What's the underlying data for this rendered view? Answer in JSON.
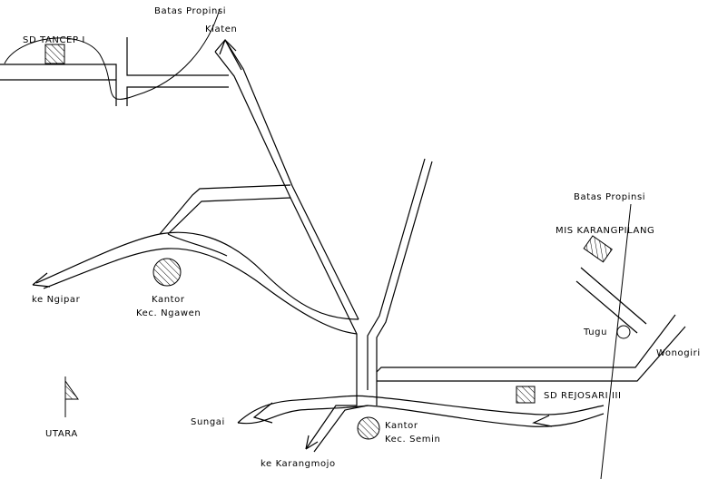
{
  "labels": {
    "batas_propinsi_top": "Batas Propinsi",
    "batas_propinsi_right": "Batas Propinsi",
    "sd_tancep": "SD TANCEP I",
    "klaten": "Klaten",
    "mis_karangpilang": "MIS KARANGPILANG",
    "tugu": "Tugu",
    "wonogiri": "Wonogiri",
    "ke_ngipar": "ke Ngipar",
    "kantor_ngawen_1": "Kantor",
    "kantor_ngawen_2": "Kec. Ngawen",
    "sd_rejosari": "SD REJOSARI III",
    "utara": "UTARA",
    "sungai": "Sungai",
    "kantor_semin_1": "Kantor",
    "kantor_semin_2": "Kec. Semin",
    "ke_karangmojo": "ke Karangmojo"
  },
  "icons": {
    "north": "north-flag-icon",
    "school": "hatched-square-icon",
    "office": "hatched-circle-icon",
    "monument": "circle-icon"
  }
}
